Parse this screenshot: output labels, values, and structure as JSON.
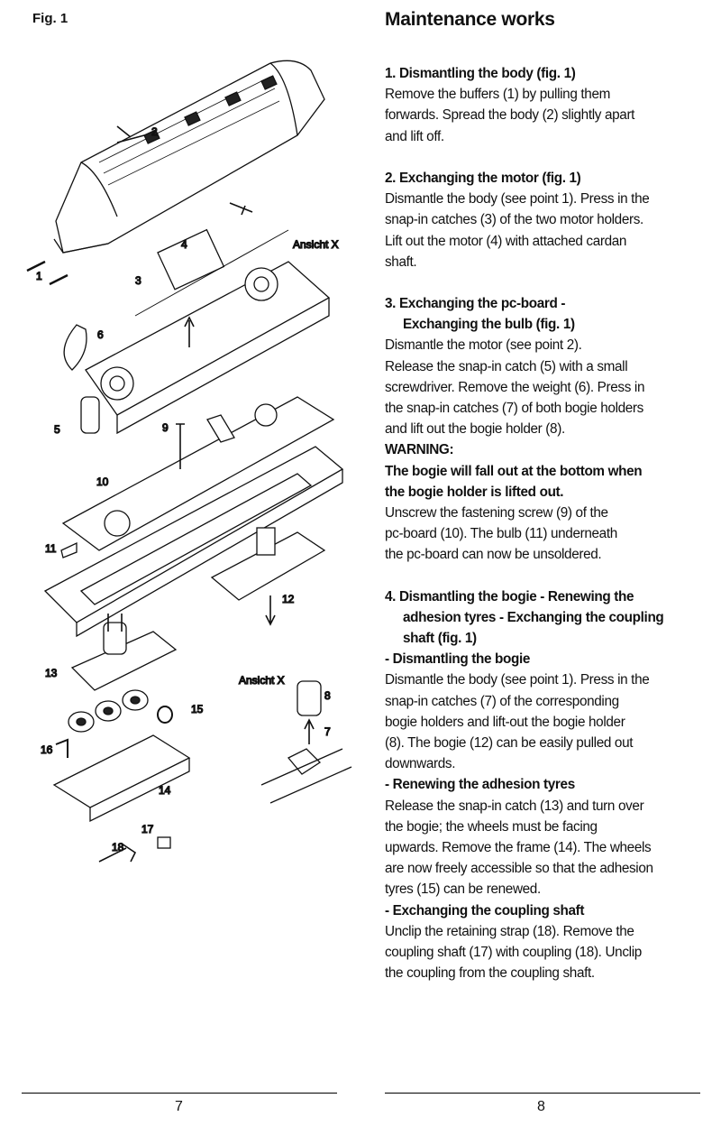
{
  "figure": {
    "label": "Fig. 1",
    "callouts": {
      "c1": "1",
      "c2": "2",
      "c3": "3",
      "c4": "4",
      "ansicht_top": "Ansicht X",
      "c5": "5",
      "c6": "6",
      "c9": "9",
      "c10": "10",
      "c11": "11",
      "c12": "12",
      "c13": "13",
      "ansicht_bottom": "Ansicht X",
      "c8": "8",
      "c7": "7",
      "c15": "15",
      "c16": "16",
      "c14": "14",
      "c17": "17",
      "c18": "18"
    }
  },
  "title": "Maintenance works",
  "sections": [
    {
      "heading": [
        "1. Dismantling the body (fig. 1)"
      ],
      "lines": [
        "Remove the buffers (1) by pulling them",
        "forwards. Spread the body (2) slightly apart",
        "and lift off."
      ]
    },
    {
      "heading": [
        "2. Exchanging the motor (fig. 1)"
      ],
      "lines": [
        "Dismantle the body (see point 1). Press in the",
        "snap-in catches (3) of the two motor holders.",
        "Lift out the motor (4) with attached cardan",
        "shaft."
      ]
    },
    {
      "heading": [
        "3. Exchanging the pc-board -",
        "Exchanging the bulb (fig. 1)"
      ],
      "lines": [
        "Dismantle the motor (see point 2).",
        "Release the snap-in catch (5) with a small",
        "screwdriver. Remove the weight (6). Press in",
        "the snap-in catches (7) of both bogie holders",
        "and lift out the bogie holder (8)."
      ],
      "warning": [
        "WARNING:",
        "The bogie will fall out at the bottom when",
        "the bogie holder is lifted out."
      ],
      "lines2": [
        "Unscrew the fastening screw (9) of the",
        "pc-board (10). The bulb (11) underneath",
        "the pc-board can now be unsoldered."
      ]
    },
    {
      "heading": [
        "4. Dismantling the bogie - Renewing the",
        "adhesion tyres - Exchanging the coupling",
        "shaft (fig. 1)"
      ],
      "subs": [
        {
          "title": "- Dismantling the bogie",
          "lines": [
            "Dismantle the body (see point 1). Press in the",
            "snap-in catches (7) of the corresponding",
            "bogie holders and lift-out the bogie holder",
            "(8). The bogie (12) can be easily pulled out",
            "downwards."
          ]
        },
        {
          "title": "- Renewing the adhesion tyres",
          "lines": [
            "Release the snap-in catch (13) and turn over",
            "the bogie; the wheels must be facing",
            "upwards. Remove the frame (14). The wheels",
            "are now freely accessible so that the adhesion",
            "tyres (15) can be renewed."
          ]
        },
        {
          "title": "- Exchanging the coupling shaft",
          "lines": [
            "Unclip the retaining strap (18). Remove the",
            "coupling shaft (17) with coupling (18). Unclip",
            "the coupling from the coupling shaft."
          ]
        }
      ]
    }
  ],
  "footer": {
    "left_page": "7",
    "right_page": "8"
  }
}
